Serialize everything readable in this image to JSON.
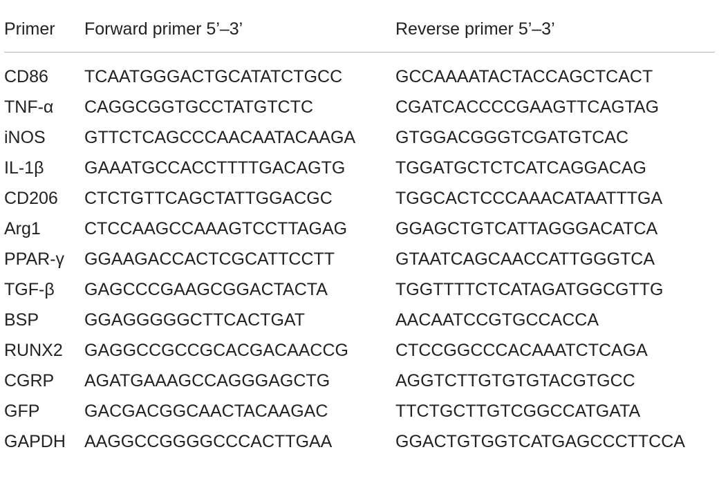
{
  "table": {
    "headers": {
      "primer": "Primer",
      "forward": "Forward primer 5’–3’",
      "reverse": "Reverse primer 5’–3’"
    },
    "rows": [
      {
        "primer": "CD86",
        "forward": "TCAATGGGACTGCATATCTGCC",
        "reverse": "GCCAAAATACTACCAGCTCACT"
      },
      {
        "primer": "TNF-α",
        "forward": "CAGGCGGTGCCTATGTCTC",
        "reverse": "CGATCACCCCGAAGTTCAGTAG"
      },
      {
        "primer": "iNOS",
        "forward": "GTTCTCAGCCCAACAATACAAGA",
        "reverse": "GTGGACGGGTCGATGTCAC"
      },
      {
        "primer": "IL-1β",
        "forward": "GAAATGCCACCTTTTGACAGTG",
        "reverse": "TGGATGCTCTCATCAGGACAG"
      },
      {
        "primer": "CD206",
        "forward": "CTCTGTTCAGCTATTGGACGC",
        "reverse": "TGGCACTCCCAAACATAATTTGA"
      },
      {
        "primer": "Arg1",
        "forward": "CTCCAAGCCAAAGTCCTTAGAG",
        "reverse": "GGAGCTGTCATTAGGGACATCA"
      },
      {
        "primer": "PPAR-γ",
        "forward": "GGAAGACCACTCGCATTCCTT",
        "reverse": "GTAATCAGCAACCATTGGGTCA"
      },
      {
        "primer": "TGF-β",
        "forward": "GAGCCCGAAGCGGACTACTA",
        "reverse": "TGGTTTTCTCATAGATGGCGTTG"
      },
      {
        "primer": "BSP",
        "forward": "GGAGGGGGCTTCACTGAT",
        "reverse": "AACAATCCGTGCCACCA"
      },
      {
        "primer": "RUNX2",
        "forward": "GAGGCCGCCGCACGACAACCG",
        "reverse": "CTCCGGCCCACAAATCTCAGA"
      },
      {
        "primer": "CGRP",
        "forward": "AGATGAAAGCCAGGGAGCTG",
        "reverse": "AGGTCTTGTGTGTACGTGCC"
      },
      {
        "primer": "GFP",
        "forward": "GACGACGGCAACTACAAGAC",
        "reverse": "TTCTGCTTGTCGGCCATGATA"
      },
      {
        "primer": "GAPDH",
        "forward": "AAGGCCGGGGCCCACTTGAA",
        "reverse": "GGACTGTGGTCATGAGCCCTTCCA"
      }
    ]
  }
}
